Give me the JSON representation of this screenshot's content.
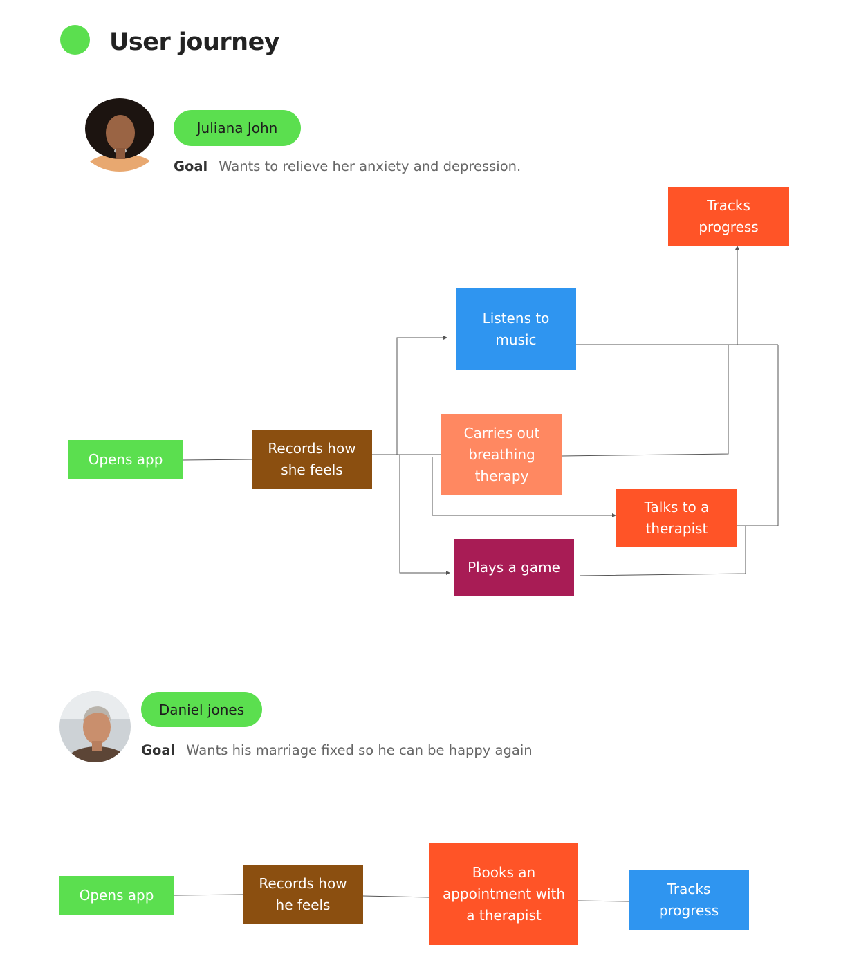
{
  "page": {
    "title": "User journey"
  },
  "personas": [
    {
      "name": "Juliana John",
      "goal_label": "Goal",
      "goal_text": "Wants to relieve her anxiety and depression.",
      "steps": {
        "opens_app": "Opens app",
        "records": "Records how she feels",
        "music": "Listens to music",
        "breathing": "Carries out breathing therapy",
        "therapist": "Talks to a therapist",
        "game": "Plays a game",
        "tracks": "Tracks progress"
      }
    },
    {
      "name": "Daniel jones",
      "goal_label": "Goal",
      "goal_text": "Wants his marriage fixed so he can be happy again",
      "steps": {
        "opens_app": "Opens app",
        "records": "Records how he feels",
        "books": "Books an appointment with a therapist",
        "tracks": "Tracks progress"
      }
    }
  ],
  "colors": {
    "accent_green": "#5bdf4f",
    "brown": "#8b4f10",
    "blue": "#2f95f0",
    "salmon": "#ff8861",
    "orange_red": "#ff5427",
    "magenta": "#a81c55",
    "connector": "#555555"
  }
}
